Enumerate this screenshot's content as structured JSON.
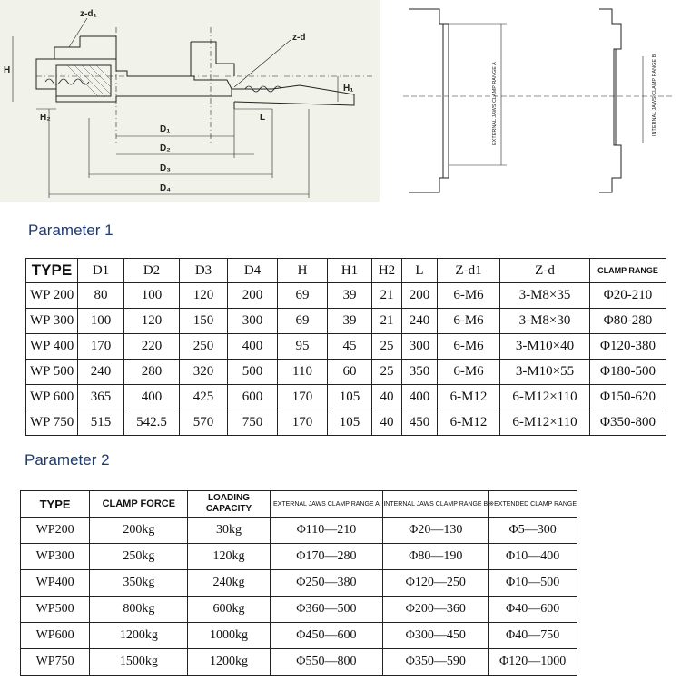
{
  "drawing": {
    "labels": {
      "zd1": "z-d₁",
      "zd": "z-d",
      "h": "H",
      "h1": "H₁",
      "h2": "H₂",
      "l": "L",
      "d1": "D₁",
      "d2": "D₂",
      "d3": "D₃",
      "d4": "D₄"
    },
    "external_range_label": "EXTERNAL JAWS CLAMP RANGE A",
    "internal_range_label": "INTERNAL JAWS CLAMP RANGE B"
  },
  "parameter1": {
    "title": "Parameter 1",
    "headers": [
      "TYPE",
      "D1",
      "D2",
      "D3",
      "D4",
      "H",
      "H1",
      "H2",
      "L",
      "Z-d1",
      "Z-d",
      "CLAMP RANGE"
    ],
    "rows": [
      [
        "WP 200",
        "80",
        "100",
        "120",
        "200",
        "69",
        "39",
        "21",
        "200",
        "6-M6",
        "3-M8×35",
        "Φ20-210"
      ],
      [
        "WP 300",
        "100",
        "120",
        "150",
        "300",
        "69",
        "39",
        "21",
        "240",
        "6-M6",
        "3-M8×30",
        "Φ80-280"
      ],
      [
        "WP 400",
        "170",
        "220",
        "250",
        "400",
        "95",
        "45",
        "25",
        "300",
        "6-M6",
        "3-M10×40",
        "Φ120-380"
      ],
      [
        "WP 500",
        "240",
        "280",
        "320",
        "500",
        "110",
        "60",
        "25",
        "350",
        "6-M6",
        "3-M10×55",
        "Φ180-500"
      ],
      [
        "WP 600",
        "365",
        "400",
        "425",
        "600",
        "170",
        "105",
        "40",
        "400",
        "6-M12",
        "6-M12×110",
        "Φ150-620"
      ],
      [
        "WP 750",
        "515",
        "542.5",
        "570",
        "750",
        "170",
        "105",
        "40",
        "450",
        "6-M12",
        "6-M12×110",
        "Φ350-800"
      ]
    ]
  },
  "parameter2": {
    "title": "Parameter 2",
    "headers": [
      "TYPE",
      "CLAMP FORCE",
      "LOADING CAPACITY",
      "EXTERNAL JAWS CLAMP RANGE A",
      "INTERNAL JAWS CLAMP RANGE B",
      "※EXTENDED CLAMP RANGE"
    ],
    "rows": [
      [
        "WP200",
        "200kg",
        "30kg",
        "Φ110—210",
        "Φ20—130",
        "Φ5—300"
      ],
      [
        "WP300",
        "250kg",
        "120kg",
        "Φ170—280",
        "Φ80—190",
        "Φ10—400"
      ],
      [
        "WP400",
        "350kg",
        "240kg",
        "Φ250—380",
        "Φ120—250",
        "Φ10—500"
      ],
      [
        "WP500",
        "800kg",
        "600kg",
        "Φ360—500",
        "Φ200—360",
        "Φ40—600"
      ],
      [
        "WP600",
        "1200kg",
        "1000kg",
        "Φ450—600",
        "Φ300—450",
        "Φ40—750"
      ],
      [
        "WP750",
        "1500kg",
        "1200kg",
        "Φ550—800",
        "Φ350—590",
        "Φ120—1000"
      ]
    ]
  }
}
